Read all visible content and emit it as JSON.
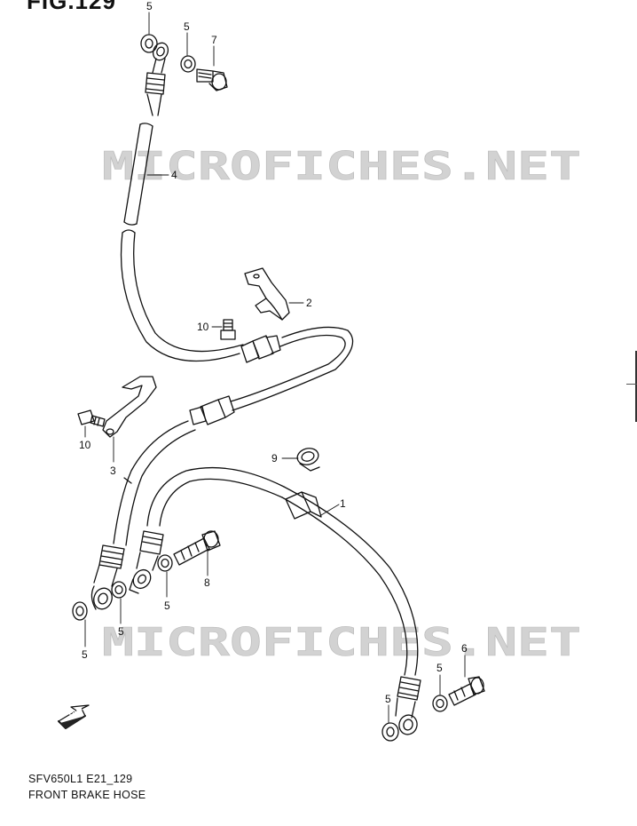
{
  "figure_title": "FIG.129",
  "watermark_text": "MICROFICHES.NET",
  "fwd_label": "FWD",
  "footer": {
    "model_code": "SFV650L1 E21_129",
    "caption": "FRONT BRAKE HOSE"
  },
  "callouts": {
    "c1": "1",
    "c2": "2",
    "c3": "3",
    "c4": "4",
    "c5a": "5",
    "c5b": "5",
    "c5c": "5",
    "c5d": "5",
    "c5e": "5",
    "c5f": "5",
    "c5g": "5",
    "c6": "6",
    "c7": "7",
    "c8": "8",
    "c9": "9",
    "c10a": "10",
    "c10b": "10"
  },
  "colors": {
    "line": "#111111",
    "watermark": "#cfcfcf"
  }
}
